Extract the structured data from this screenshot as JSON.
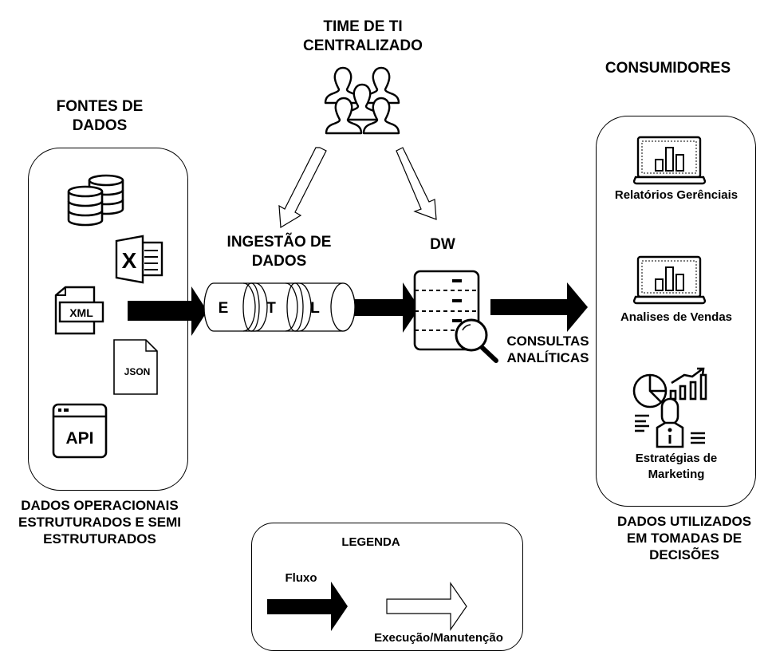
{
  "team": {
    "title_line1": "TIME DE TI",
    "title_line2": "CENTRALIZADO"
  },
  "sources": {
    "title_line1": "FONTES DE",
    "title_line2": "DADOS",
    "caption_line1": "DADOS OPERACIONAIS",
    "caption_line2": "ESTRUTURADOS E SEMI",
    "caption_line3": "ESTRUTURADOS",
    "icons": [
      "database-icon",
      "excel-icon",
      "xml-file-icon",
      "json-file-icon",
      "api-window-icon"
    ],
    "xml_label": "XML",
    "json_label": "JSON",
    "api_label": "API"
  },
  "ingestion": {
    "title_line1": "INGESTÃO DE",
    "title_line2": "DADOS",
    "e": "E",
    "t": "T",
    "l": "L"
  },
  "dw": {
    "title": "DW",
    "query_line1": "CONSULTAS",
    "query_line2": "ANALÍTICAS"
  },
  "consumers": {
    "title": "CONSUMIDORES",
    "item1": "Relatórios Gerênciais",
    "item2": "Analises de Vendas",
    "item3_line1": "Estratégias de",
    "item3_line2": "Marketing",
    "caption_line1": "DADOS UTILIZADOS",
    "caption_line2": "EM TOMADAS DE",
    "caption_line3": "DECISÕES"
  },
  "legend": {
    "title": "LEGENDA",
    "flow": "Fluxo",
    "exec": "Execução/Manutenção"
  }
}
